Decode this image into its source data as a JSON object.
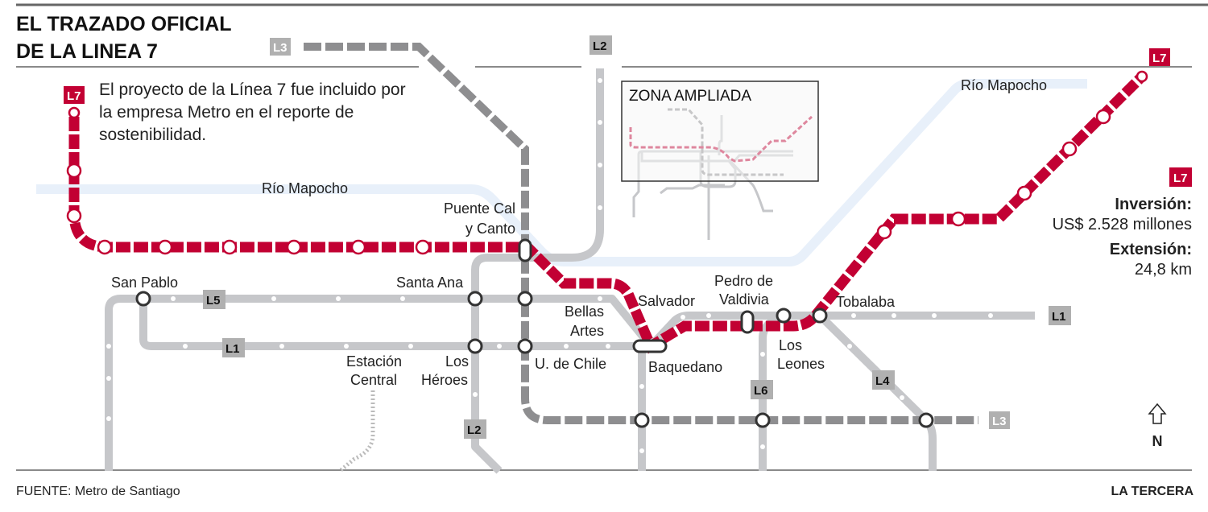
{
  "title": [
    "EL TRAZADO OFICIAL",
    "DE LA LINEA 7"
  ],
  "intro": [
    "El proyecto de la Línea 7 fue incluido por",
    "la empresa Metro en el reporte de",
    "sostenibilidad."
  ],
  "rivers": [
    "Río Mapocho",
    "Río Mapocho"
  ],
  "line_tags": {
    "l7_west": "L7",
    "l7_east": "L7",
    "l3_north": "L3",
    "l3_east": "L3",
    "l2_north": "L2",
    "l2_south": "L2",
    "l5": "L5",
    "l1_west": "L1",
    "l1_east": "L1",
    "l6": "L6",
    "l4": "L4"
  },
  "stations": {
    "puente_cal_y_canto": [
      "Puente Cal",
      "y Canto"
    ],
    "san_pablo": "San Pablo",
    "santa_ana": "Santa Ana",
    "bellas_artes": [
      "Bellas",
      "Artes"
    ],
    "salvador": "Salvador",
    "pedro_de_valdivia": [
      "Pedro de",
      "Valdivia"
    ],
    "tobalaba": "Tobalaba",
    "estacion_central": [
      "Estación",
      "Central"
    ],
    "los_heroes": [
      "Los",
      "Héroes"
    ],
    "u_de_chile": "U. de Chile",
    "baquedano": "Baquedano",
    "los_leones": [
      "Los",
      "Leones"
    ]
  },
  "inset": {
    "title": "ZONA AMPLIADA"
  },
  "legend": {
    "tag": "L7",
    "investment_label": "Inversión:",
    "investment_value": "US$ 2.528 millones",
    "length_label": "Extensión:",
    "length_value": "24,8 km"
  },
  "north": "N",
  "footer": {
    "source": "FUENTE: Metro de Santiago",
    "brand": "LA TERCERA"
  },
  "colors": {
    "l7": "#c20033",
    "line": "#c6c7ca",
    "l3": "#8e8e90",
    "river": "#e8f0fa"
  }
}
